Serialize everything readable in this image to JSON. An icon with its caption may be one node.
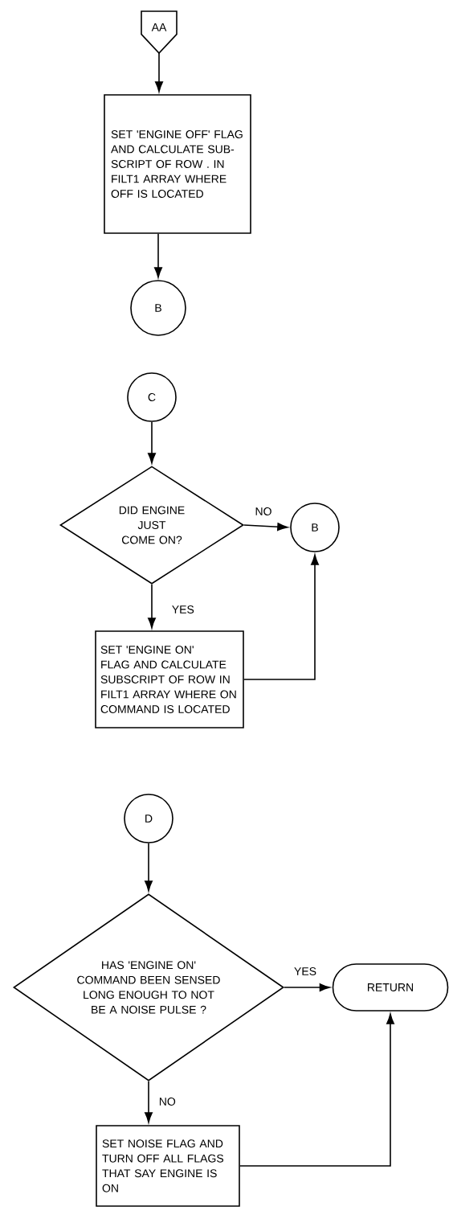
{
  "diagram": {
    "nodes": [
      {
        "text": [
          "AA"
        ]
      },
      {
        "text": [
          "SET 'ENGINE OFF' FLAG AND CALCULATE SUB- SCRIPT OF ROW . IN FILT1 ARRAY WHERE OFF IS LOCATED"
        ]
      },
      {
        "text": [
          "B"
        ]
      },
      {
        "text": [
          "C"
        ]
      },
      {
        "text": [
          "DID ENGINE JUST COME ON?"
        ]
      },
      {
        "text": [
          "B"
        ]
      },
      {
        "text": [
          "SET 'ENGINE ON' FLAG AND CALCULATE SUBSCRIPT OF ROW IN FILT1 ARRAY WHERE ON COMMAND IS LOCATED"
        ]
      },
      {
        "text": [
          "D"
        ]
      },
      {
        "text": [
          "HAS 'ENGINE ON' COMMAND BEEN SENSED LONG ENOUGH TO NOT BE A NOISE PULSE ?"
        ]
      },
      {
        "text": [
          "RETURN"
        ]
      },
      {
        "text": [
          "SET NOISE FLAG AND TURN OFF ALL FLAGS THAT SAY ENGINE IS ON"
        ]
      }
    ],
    "edges": [
      {
        "from": 0,
        "to": 1,
        "arrow": "to"
      },
      {
        "from": 1,
        "to": 2,
        "arrow": "to"
      },
      {
        "from": 3,
        "to": 4,
        "arrow": "to"
      },
      {
        "from": 4,
        "to": 5,
        "arrow": "to",
        "label": "NO"
      },
      {
        "from": 4,
        "to": 6,
        "arrow": "to",
        "label": "YES"
      },
      {
        "from": 6,
        "to": 5,
        "arrow": "to"
      },
      {
        "from": 7,
        "to": 8,
        "arrow": "to"
      },
      {
        "from": 8,
        "to": 9,
        "arrow": "to",
        "label": "YES"
      },
      {
        "from": 8,
        "to": 10,
        "arrow": "to",
        "label": "NO"
      },
      {
        "from": 10,
        "to": 9,
        "arrow": "to"
      }
    ]
  }
}
